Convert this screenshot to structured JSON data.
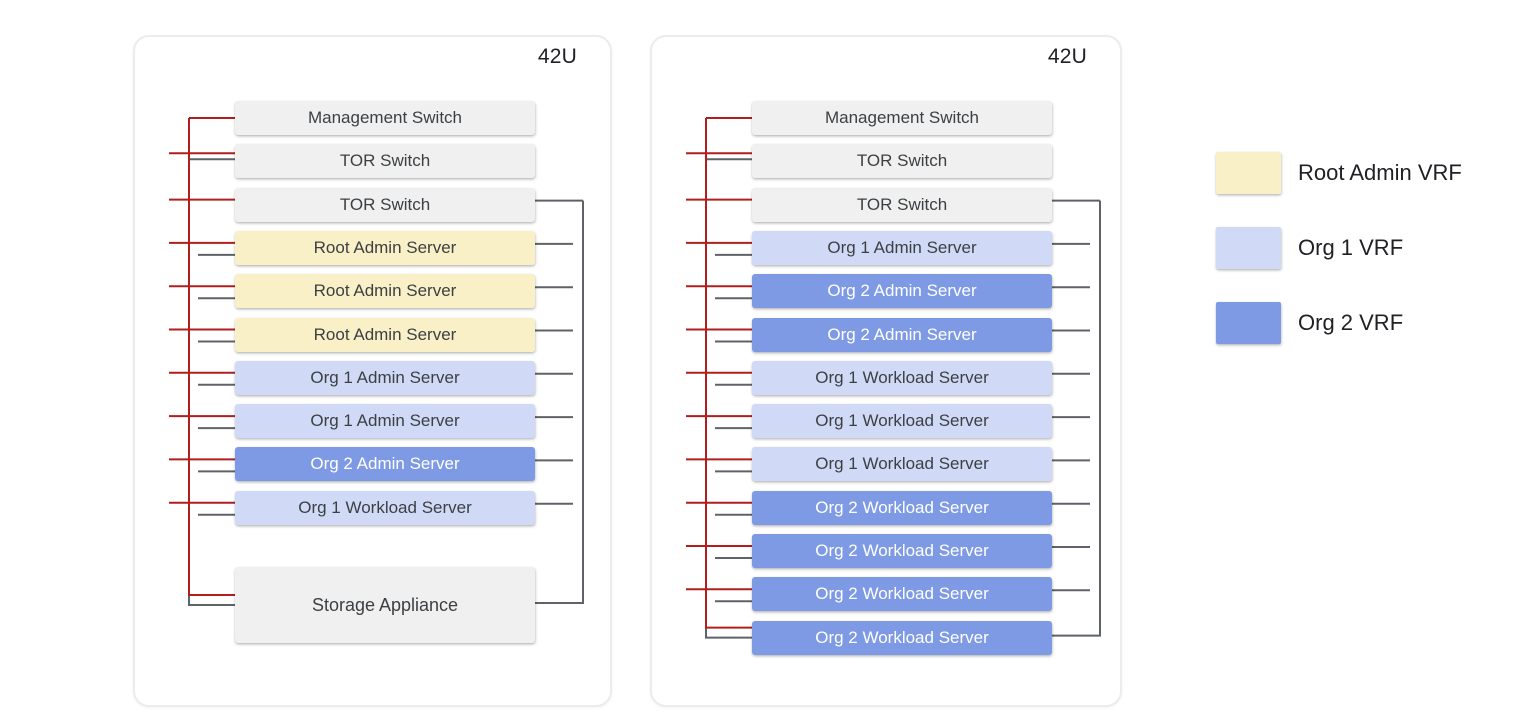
{
  "racks": [
    {
      "id": "rack-1",
      "capacity_label": "42U",
      "units": [
        {
          "label": "Management Switch",
          "type": "infra"
        },
        {
          "label": "TOR Switch",
          "type": "infra"
        },
        {
          "label": "TOR Switch",
          "type": "infra"
        },
        {
          "label": "Root Admin Server",
          "type": "root"
        },
        {
          "label": "Root Admin Server",
          "type": "root"
        },
        {
          "label": "Root Admin Server",
          "type": "root"
        },
        {
          "label": "Org 1 Admin Server",
          "type": "org1"
        },
        {
          "label": "Org 1 Admin Server",
          "type": "org1"
        },
        {
          "label": "Org 2 Admin Server",
          "type": "org2"
        },
        {
          "label": "Org 1 Workload Server",
          "type": "org1"
        },
        {
          "label": "Storage Appliance",
          "type": "infra",
          "tall": true
        }
      ]
    },
    {
      "id": "rack-2",
      "capacity_label": "42U",
      "units": [
        {
          "label": "Management Switch",
          "type": "infra"
        },
        {
          "label": "TOR Switch",
          "type": "infra"
        },
        {
          "label": "TOR Switch",
          "type": "infra"
        },
        {
          "label": "Org 1 Admin Server",
          "type": "org1"
        },
        {
          "label": "Org 2 Admin Server",
          "type": "org2"
        },
        {
          "label": "Org 2 Admin Server",
          "type": "org2"
        },
        {
          "label": "Org 1 Workload Server",
          "type": "org1"
        },
        {
          "label": "Org 1 Workload Server",
          "type": "org1"
        },
        {
          "label": "Org 1 Workload Server",
          "type": "org1"
        },
        {
          "label": "Org 2 Workload Server",
          "type": "org2"
        },
        {
          "label": "Org 2 Workload Server",
          "type": "org2"
        },
        {
          "label": "Org 2 Workload Server",
          "type": "org2"
        },
        {
          "label": "Org 2 Workload Server",
          "type": "org2"
        }
      ]
    }
  ],
  "legend": {
    "items": [
      {
        "label": "Root Admin VRF",
        "vrf": "root",
        "color": "#FAF0C8"
      },
      {
        "label": "Org 1 VRF",
        "vrf": "org1",
        "color": "#D0DAF7"
      },
      {
        "label": "Org 2 VRF",
        "vrf": "org2",
        "color": "#7E9AE5"
      }
    ]
  },
  "colors": {
    "infrastructure_unit": "#F0F0F1",
    "root_admin_vrf": "#FAF0C8",
    "org1_vrf": "#D0DAF7",
    "org2_vrf": "#7E9AE5",
    "management_network": "#B01E1E",
    "data_network": "#5F6368"
  }
}
